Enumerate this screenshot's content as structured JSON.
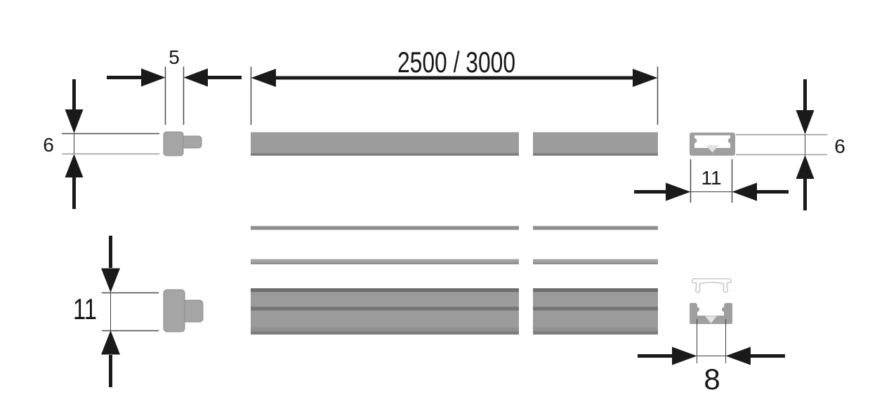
{
  "dims": {
    "end_cap_width": "5",
    "profile_length": "2500 / 3000",
    "profile_height_left": "6",
    "profile_height_right": "6",
    "profile_outer_width": "11",
    "end_cap_height": "11",
    "profile_inner_width": "8"
  },
  "colors": {
    "profile_gray": "#9c9c9c",
    "profile_edge_gray": "#7d7d7d",
    "end_cap_gray": "#a5a5a5",
    "cross_section_gray": "#9f9f9f",
    "diffuser_outline_gray": "#c8c8c8",
    "notch_light_gray": "#e3e3e3",
    "dimension_line_black": "#1a1a1a",
    "background": "#ffffff"
  },
  "parts": {
    "top_left": "end-cap-side-view",
    "top_middle": "profile-bar-top-view",
    "top_right": "profile-cross-section-assembled",
    "bottom_left": "end-cap-side-view-tall",
    "bottom_middle_upper": "diffuser-strip-side-view",
    "bottom_middle_lower": "profile-body-side-view",
    "bottom_right_upper": "diffuser-cross-section",
    "bottom_right_lower": "channel-cross-section"
  }
}
